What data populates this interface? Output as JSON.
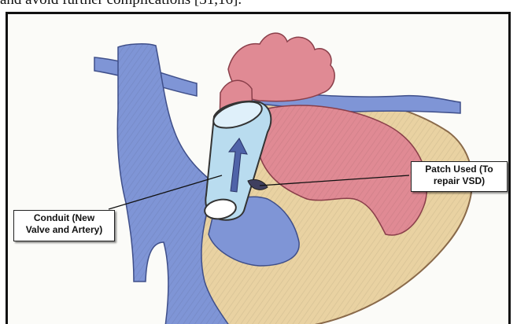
{
  "header": {
    "partial_text": "and avoid further complications [31,16]."
  },
  "figure": {
    "labels": {
      "patch_line1": "Patch Used (To",
      "patch_line2": "repair VSD)",
      "conduit_line1": "Conduit (New",
      "conduit_line2": "Valve and Artery)"
    },
    "colors": {
      "venous_blue": "#7f95d6",
      "arterial_red": "#e08a94",
      "myocardium_tan": "#e9d2a2",
      "conduit_blue": "#b9dcef",
      "outline": "#5a4a3a"
    }
  }
}
